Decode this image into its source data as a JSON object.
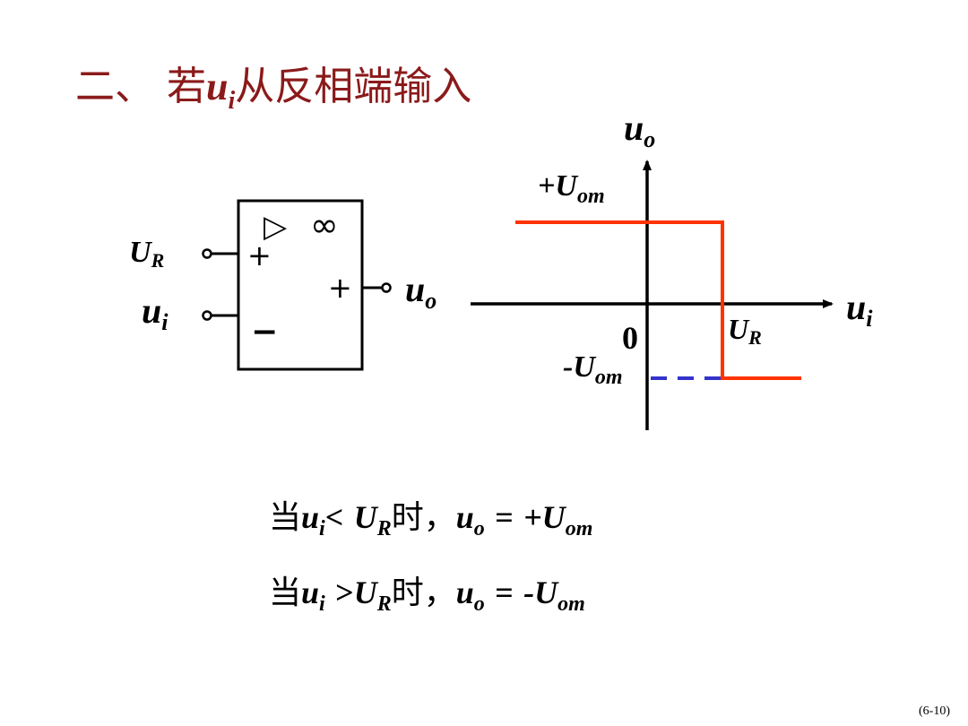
{
  "title": {
    "prefix": "二、 若",
    "var": "u",
    "var_sub": "i",
    "suffix": "从反相端输入"
  },
  "opamp": {
    "triangle_symbol": "▷",
    "infinity_symbol": "∞",
    "plus_top": "+",
    "minus": "−",
    "plus_out": "+",
    "input_ref_label": "U",
    "input_ref_sub": "R",
    "input_signal_label": "u",
    "input_signal_sub": "i",
    "output_label": "u",
    "output_sub": "o"
  },
  "graph": {
    "y_axis_label": "u",
    "y_axis_sub": "o",
    "x_axis_label": "u",
    "x_axis_sub": "i",
    "origin_label": "0",
    "pos_sat_label": "+U",
    "pos_sat_sub": "om",
    "neg_sat_label": "-U",
    "neg_sat_sub": "om",
    "threshold_label": "U",
    "threshold_sub": "R",
    "curve_color": "#ff3300",
    "dash_color": "#3333cc"
  },
  "equations": [
    {
      "lead": "当",
      "v1": "u",
      "v1_sub": "i",
      "rel": "<",
      "v2": "U",
      "v2_sub": "R",
      "mid": "时，",
      "v3": "u",
      "v3_sub": "o",
      "eq": "=",
      "rhs": "+U",
      "rhs_sub": "om"
    },
    {
      "lead": "当",
      "v1": "u",
      "v1_sub": "i",
      "rel": ">",
      "v2": "U",
      "v2_sub": "R",
      "mid": "时，",
      "v3": "u",
      "v3_sub": "o",
      "eq": "=",
      "rhs": "-U",
      "rhs_sub": "om"
    }
  ],
  "footer": "(6-10)"
}
